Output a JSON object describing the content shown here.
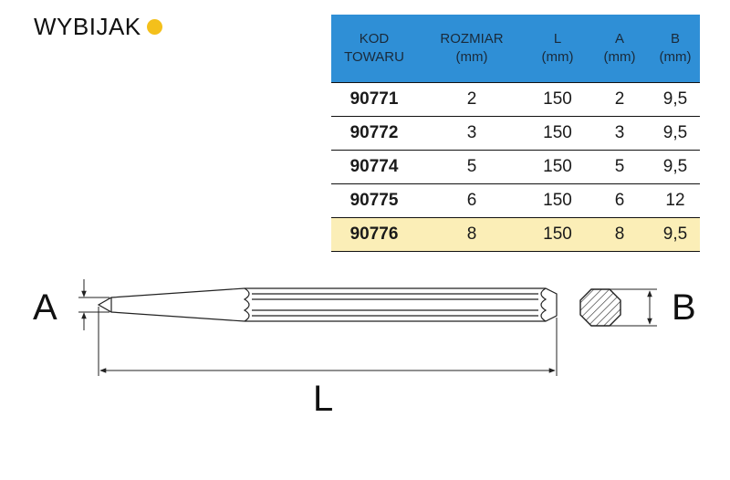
{
  "title": "WYBIJAK",
  "accent_color": "#f4c01b",
  "header_color": "#2f8fd6",
  "highlight_color": "#fbeeb7",
  "table": {
    "headers": [
      {
        "line1": "KOD",
        "line2": "TOWARU"
      },
      {
        "line1": "ROZMIAR",
        "line2": "(mm)"
      },
      {
        "line1": "L",
        "line2": "(mm)"
      },
      {
        "line1": "A",
        "line2": "(mm)"
      },
      {
        "line1": "B",
        "line2": "(mm)"
      }
    ],
    "rows": [
      {
        "code": "90771",
        "size": "2",
        "l": "150",
        "a": "2",
        "b": "9,5"
      },
      {
        "code": "90772",
        "size": "3",
        "l": "150",
        "a": "3",
        "b": "9,5"
      },
      {
        "code": "90774",
        "size": "5",
        "l": "150",
        "a": "5",
        "b": "9,5"
      },
      {
        "code": "90775",
        "size": "6",
        "l": "150",
        "a": "6",
        "b": "12"
      },
      {
        "code": "90776",
        "size": "8",
        "l": "150",
        "a": "8",
        "b": "9,5"
      }
    ]
  },
  "drawing": {
    "label_a": "A",
    "label_b": "B",
    "label_l": "L"
  }
}
